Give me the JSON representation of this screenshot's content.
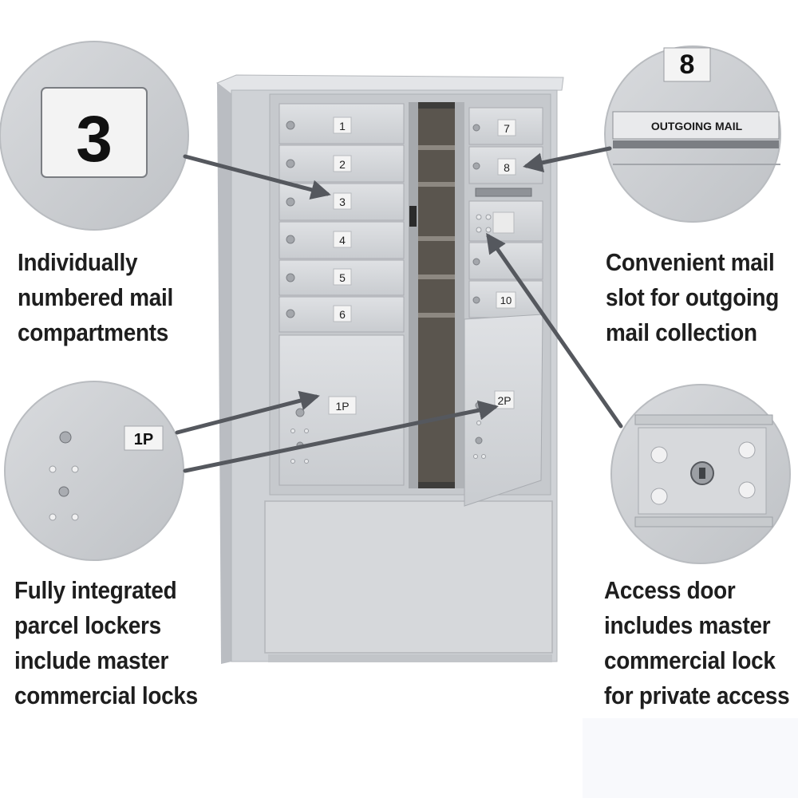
{
  "compartments": {
    "left": [
      "1",
      "2",
      "3",
      "4",
      "5",
      "6"
    ],
    "right": [
      "7",
      "8",
      "10"
    ],
    "parcel_left": "1P",
    "parcel_right": "2P"
  },
  "zoom": {
    "top_left_number": "3",
    "top_right_number": "8",
    "top_right_label": "OUTGOING MAIL",
    "bottom_left_label": "1P"
  },
  "captions": {
    "top_left": [
      "Individually",
      "numbered mail",
      "compartments"
    ],
    "top_right": [
      "Convenient mail",
      "slot for outgoing",
      "mail collection"
    ],
    "bottom_left": [
      "Fully integrated",
      "parcel lockers",
      "include master",
      "commercial locks"
    ],
    "bottom_right": [
      "Access door",
      "includes master",
      "commercial lock",
      "for private access"
    ]
  },
  "colors": {
    "cabinet": "#cfd2d6",
    "arrow": "#5a5d63",
    "text": "#1e1e1e"
  }
}
